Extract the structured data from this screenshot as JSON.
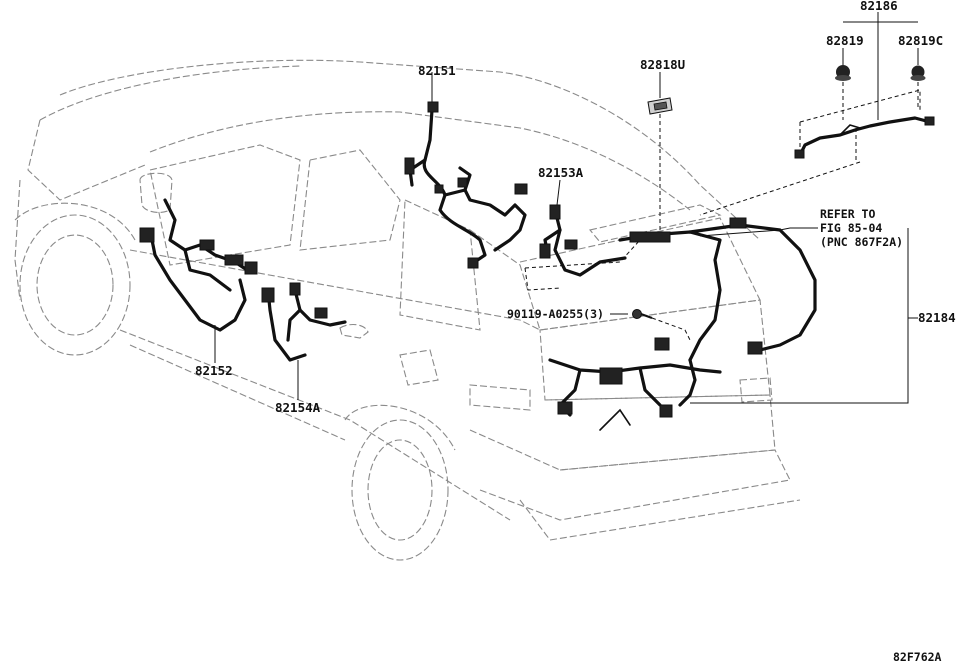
{
  "parts": {
    "p82151": "82151",
    "p82152": "82152",
    "p82153A": "82153A",
    "p82154A": "82154A",
    "p82818U": "82818U",
    "p82186": "82186",
    "p82819": "82819",
    "p82819C": "82819C",
    "p82184": "82184",
    "bolt": "90119-A0255(3)"
  },
  "refer": {
    "line1": "REFER TO",
    "line2": "FIG 85-04",
    "line3": "(PNC 867F2A)"
  },
  "figure_code": "82F762A",
  "colors": {
    "line": "#111111",
    "body_outline": "#8a8a8a",
    "background": "#ffffff"
  }
}
